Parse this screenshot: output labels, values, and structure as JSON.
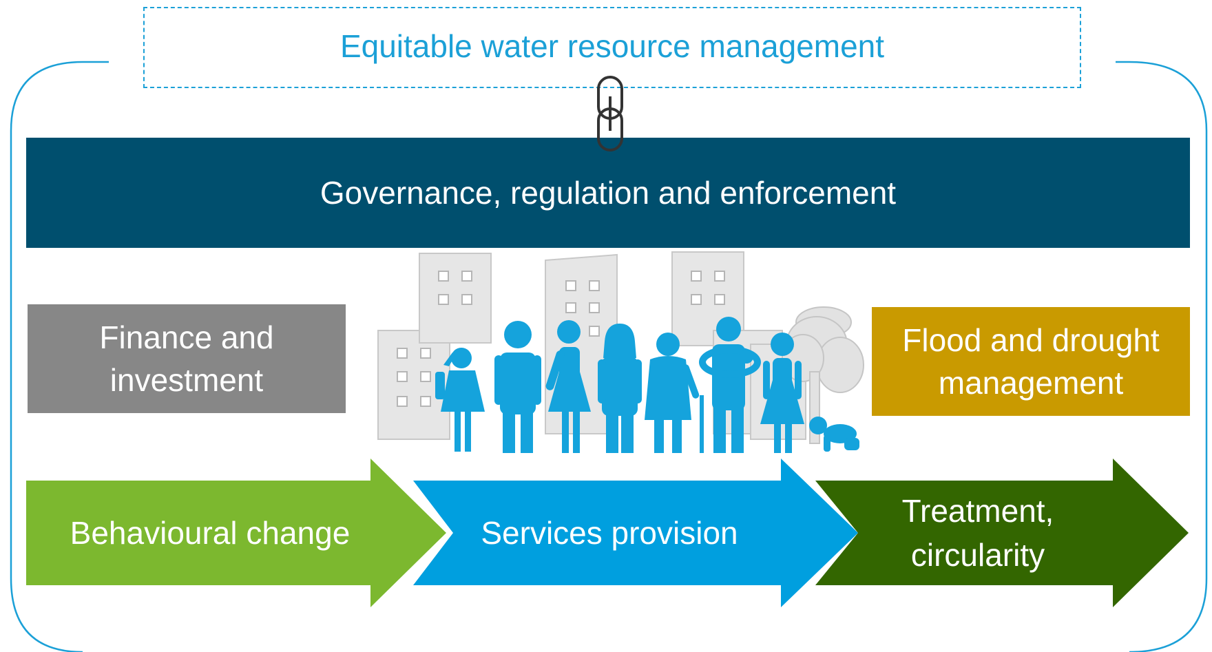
{
  "diagram": {
    "top_box": {
      "label": "Equitable water resource management"
    },
    "governance": {
      "label": "Governance, regulation and enforcement"
    },
    "finance": {
      "label": "Finance and investment"
    },
    "flood": {
      "label": "Flood and drought management"
    },
    "arrows": [
      {
        "label": "Behavioural change",
        "color": "#7cb82f"
      },
      {
        "label": "Services provision",
        "color": "#009fdf"
      },
      {
        "label": "Treatment, circularity",
        "color": "#336600"
      }
    ],
    "colors": {
      "frame": "#1ba0d7",
      "governance": "#004f6e",
      "finance": "#878787",
      "flood": "#c99a00",
      "people": "#15a3dc",
      "buildings": "#e6e6e6",
      "link": "#333333"
    },
    "icons": [
      "chain-link-icon",
      "city-buildings-icon",
      "people-group-icon",
      "tree-icon",
      "crawling-baby-icon"
    ]
  }
}
